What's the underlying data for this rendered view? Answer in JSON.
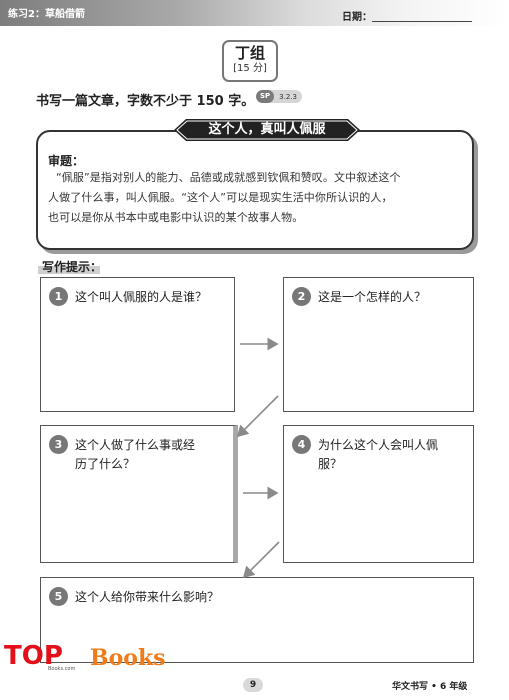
{
  "header": {
    "lesson": "练习2：草船借箭",
    "date_label": "日期："
  },
  "group": {
    "title": "丁组",
    "time": "[15 分]"
  },
  "instruction": {
    "text": "书写一篇文章，字数不少于 150 字。",
    "sp": "SP",
    "code": "3.2.3"
  },
  "topic": {
    "title": "这个人，真叫人佩服",
    "head": "审题：",
    "lines": [
      "“佩服”是指对别人的能力、品德或成就感到钦佩和赞叹。文中叙述这个",
      "人做了什么事，叫人佩服。“这个人”可以是现实生活中你所认识的人，",
      "也可以是你从书本中或电影中认识的某个故事人物。"
    ]
  },
  "tips": {
    "head": "写作提示："
  },
  "questions": [
    {
      "num": "1",
      "text": "这个叫人佩服的人是谁？"
    },
    {
      "num": "2",
      "text": "这是一个怎样的人？"
    },
    {
      "num": "3",
      "line1": "这个人做了什么事或经",
      "line2": "历了什么？"
    },
    {
      "num": "4",
      "line1": "为什么这个人会叫人佩",
      "line2": "服？"
    },
    {
      "num": "5",
      "text": "这个人给你带来什么影响？"
    }
  ],
  "footer": {
    "logo_top": "TOP",
    "logo_books": "Books",
    "logo_tiny": "Books.com",
    "page": "9",
    "subject": "华文书写 • 6 年级"
  },
  "colors": {
    "banner": "#222222",
    "header_band": "#7d7d7d",
    "logo_red": "#e30f1a",
    "logo_orange": "#f07b18",
    "arrow": "#8a8a8a"
  }
}
